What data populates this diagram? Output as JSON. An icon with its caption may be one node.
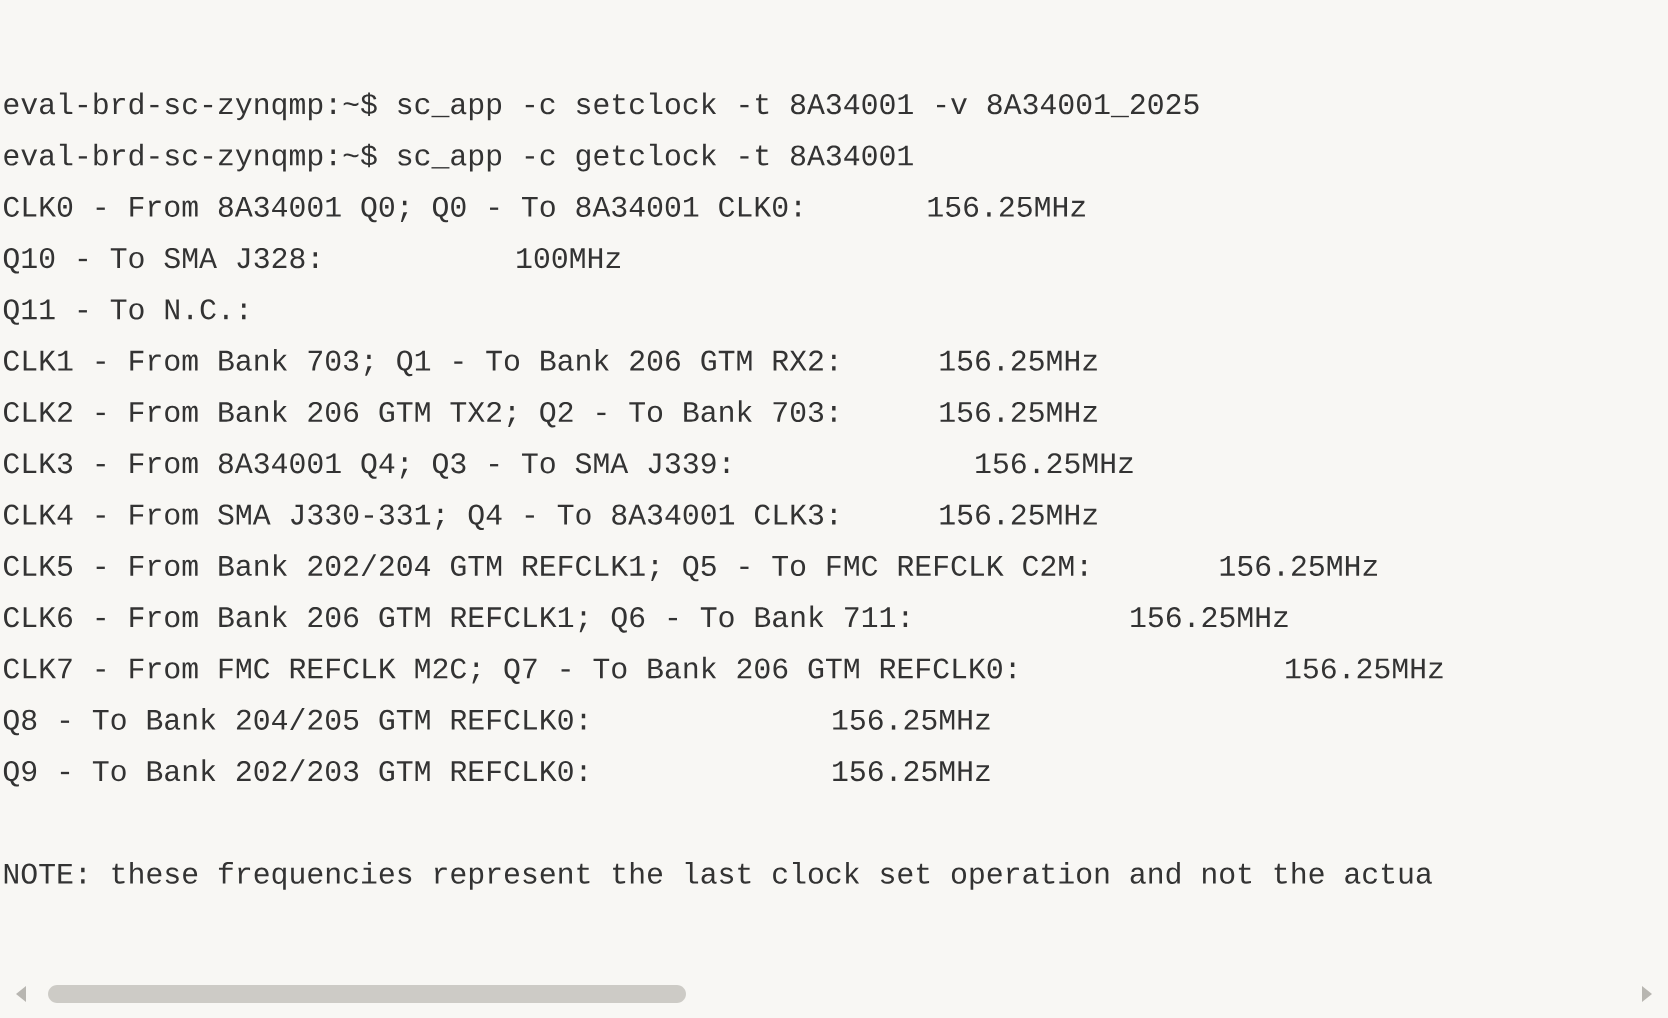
{
  "diagram": {
    "labels": [
      "eval-brd-sc-zynqmp:~$ sc_app -c setclock -t 8A34001 -v 8A34001_2025",
      "eval-brd-sc-zynqmp:~$ sc_app -c getclock -t 8A34001",
      "CLK0 - From 8A34001 Q0; Q0 - To 8A34001 CLK0:     156.25MHz",
      "Q10 - To SMA J328:        100MHz",
      "Q11 - To N.C.:",
      "CLK1 - From Bank 703; Q1 - To Bank 206 GTM RX2:    156.25MHz",
      "CLK2 - From Bank 206 GTM TX2; Q2 - To Bank 703:    156.25MHz",
      "CLK3 - From 8A34001 Q4; Q3 - To SMA J339:          156.25MHz",
      "CLK4 - From SMA J330-331; Q4 - To 8A34001 CLK3:    156.25MHz",
      "CLK5 - From Bank 202/204 GTM REFCLK1; Q5 - To FMC REFCLK C2M:       156.25MHz",
      "CLK6 - From Bank 206 GTM REFCLK1; Q6 - To Bank 711:         156.25MHz",
      "CLK7 - From FMC REFCLK M2C; Q7 - To Bank 206 GTM REFCLK0:           156.25MHz",
      "Q8 - To Bank 204/205 GTM REFCLK0:          156.25MHz",
      "Q9 - To Bank 202/203 GTM REFCLK0:          156.25MHz",
      "NOTE: these frequencies represent the last clock set operation and not the actua"
    ]
  }
}
